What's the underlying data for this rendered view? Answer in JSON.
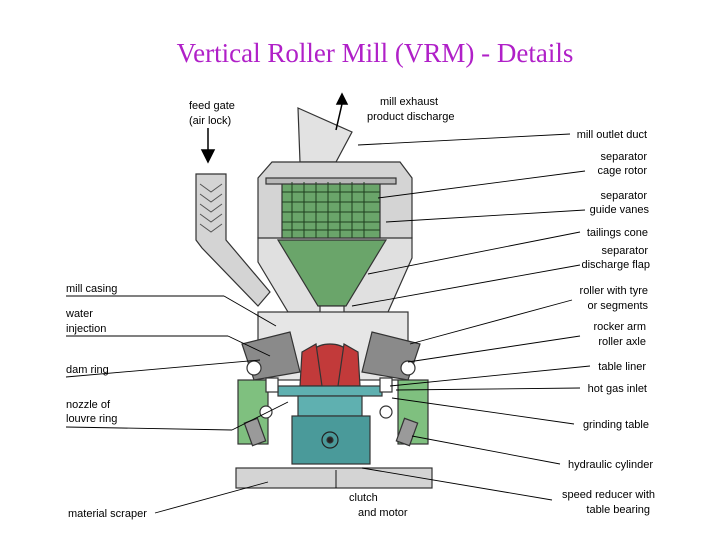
{
  "title": "Vertical Roller Mill (VRM) - Details",
  "colors": {
    "title": "#b020c8",
    "casing": "#d4d4d4",
    "separator": "#6aa56a",
    "roller": "#8a8a8a",
    "table_red": "#c23a3a",
    "base_teal": "#4a9a9a",
    "side_green": "#7fc07f"
  },
  "labels_top": {
    "feed_gate_1": "feed gate",
    "feed_gate_2": "(air lock)",
    "mill_exhaust_1": "mill exhaust",
    "mill_exhaust_2": "product discharge"
  },
  "labels_left": {
    "mill_casing": "mill casing",
    "water_injection_1": "water",
    "water_injection_2": "injection",
    "dam_ring": "dam ring",
    "nozzle_1": "nozzle of",
    "nozzle_2": "louvre ring",
    "material_scraper": "material scraper"
  },
  "labels_right": {
    "mill_outlet_duct": "mill outlet duct",
    "separator_cage_1": "separator",
    "separator_cage_2": "cage rotor",
    "separator_vanes_1": "separator",
    "separator_vanes_2": "guide vanes",
    "tailings_cone": "tailings cone",
    "separator_flap_1": "separator",
    "separator_flap_2": "discharge flap",
    "roller_tyre_1": "roller with tyre",
    "roller_tyre_2": "or segments",
    "rocker_arm_1": "rocker arm",
    "rocker_arm_2": "roller axle",
    "table_liner": "table liner",
    "hot_gas_inlet": "hot gas inlet",
    "grinding_table": "grinding table",
    "hydraulic_cylinder": "hydraulic cylinder",
    "speed_reducer_1": "speed reducer with",
    "speed_reducer_2": "table bearing"
  },
  "labels_bottom": {
    "clutch_1": "clutch",
    "clutch_2": "and motor"
  }
}
